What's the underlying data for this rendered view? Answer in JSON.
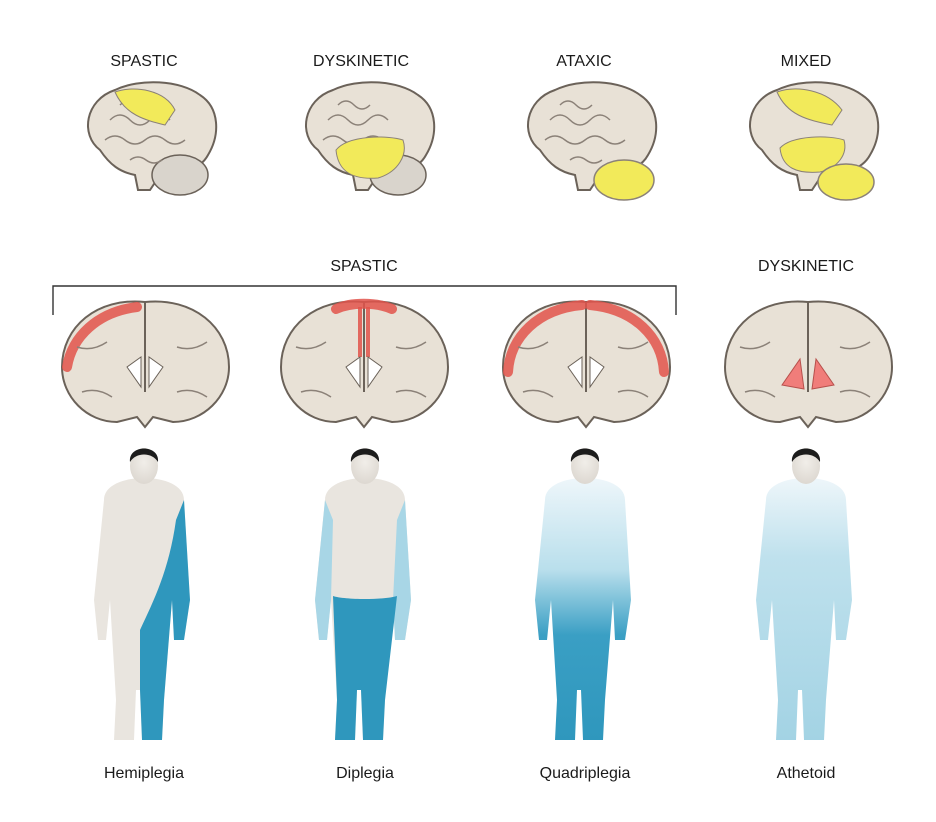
{
  "top_row": {
    "brains": [
      {
        "label": "SPASTIC",
        "region": "motor-cortex"
      },
      {
        "label": "DYSKINETIC",
        "region": "basal-ganglia"
      },
      {
        "label": "ATAXIC",
        "region": "cerebellum"
      },
      {
        "label": "MIXED",
        "region": "motor-cortex+basal-ganglia+cerebellum"
      }
    ]
  },
  "middle_row": {
    "group_label_left": "SPASTIC",
    "group_label_right": "DYSKINETIC"
  },
  "bottom_row": {
    "figures": [
      {
        "caption": "Hemiplegia"
      },
      {
        "caption": "Diplegia"
      },
      {
        "caption": "Quadriplegia"
      },
      {
        "caption": "Athetoid"
      }
    ]
  },
  "colors": {
    "brain_fill": "#e8e1d6",
    "brain_stroke": "#6b6259",
    "highlight_yellow": "#f2ea5a",
    "cortex_red": "#e2534b",
    "basal_red": "#f07d7a",
    "skin": "#e9e5df",
    "affected_blue": "#2f97bd",
    "light_blue": "#a8d6e6",
    "hair": "#1c1c1c"
  }
}
